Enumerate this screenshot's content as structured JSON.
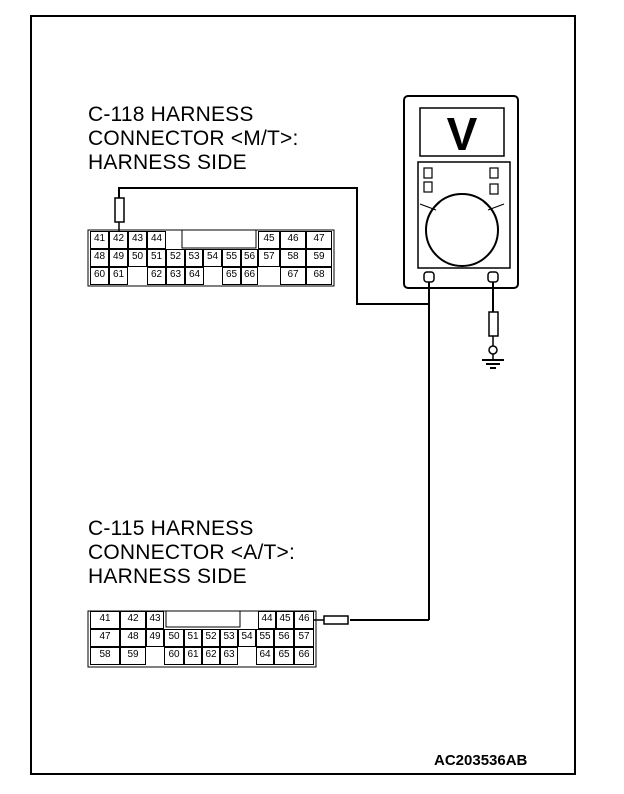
{
  "connector_top": {
    "title_lines": [
      "C-118 HARNESS",
      "CONNECTOR <M/T>:",
      "HARNESS SIDE"
    ],
    "rows": [
      [
        "41",
        "42",
        "43",
        "44",
        "",
        "",
        "",
        "",
        "",
        "45",
        "46",
        "47"
      ],
      [
        "48",
        "49",
        "50",
        "51",
        "52",
        "53",
        "54",
        "55",
        "56",
        "57",
        "58",
        "59"
      ],
      [
        "60",
        "61",
        "",
        "62",
        "63",
        "64",
        "",
        "65",
        "66",
        "",
        "67",
        "68"
      ]
    ]
  },
  "connector_bottom": {
    "title_lines": [
      "C-115 HARNESS",
      "CONNECTOR <A/T>:",
      "HARNESS SIDE"
    ],
    "rows": [
      [
        "41",
        "42",
        "43",
        "",
        "",
        "",
        "",
        "",
        "",
        "44",
        "45",
        "46"
      ],
      [
        "47",
        "48",
        "49",
        "50",
        "51",
        "52",
        "53",
        "54",
        "55",
        "56",
        "57"
      ],
      [
        "58",
        "59",
        "",
        "60",
        "61",
        "62",
        "63",
        "",
        "64",
        "65",
        "66"
      ]
    ]
  },
  "figure_id": "AC203536AB",
  "meter": {
    "display_symbol": "V"
  }
}
